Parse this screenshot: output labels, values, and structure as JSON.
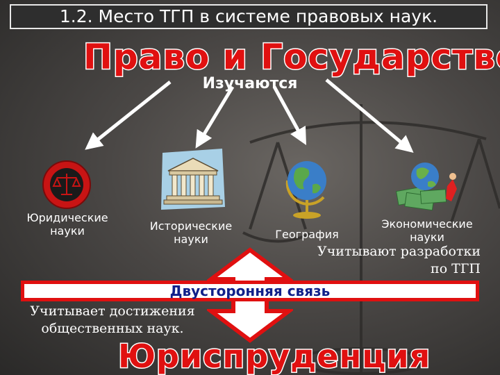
{
  "slide": {
    "title": "1.2. Место ТГП в системе  правовых наук.",
    "main_heading": "Право и Государство",
    "studied_label": "Изучаются",
    "sciences": [
      {
        "label": "Юридические\nнауки",
        "icon": "scales-emblem-icon"
      },
      {
        "label": "Исторические\nнауки",
        "icon": "ancient-temple-icon"
      },
      {
        "label": "География",
        "icon": "globe-icon"
      },
      {
        "label": "Экономические\nнауки",
        "icon": "globe-money-icon"
      }
    ],
    "right_note": "Учитывают разработки\nпо ТГП",
    "left_note": "Учитывает достижения\nобщественных наук.",
    "two_way_link": "Двусторонняя связь",
    "bottom_heading": "Юриспруденция"
  },
  "colors": {
    "accent_red": "#e01010",
    "band_text_blue": "#10208a",
    "title_bar_bg": "#2e2e2e"
  }
}
